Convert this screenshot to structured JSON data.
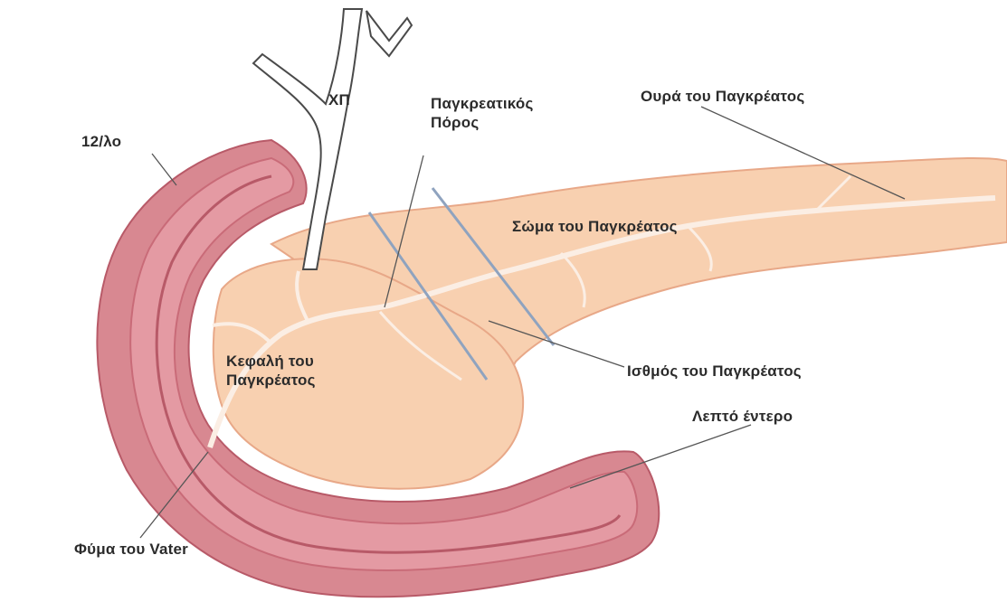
{
  "diagram": {
    "labels": {
      "cbd": "ΧΠ",
      "duodenum": "12/λο",
      "duct_line1": "Παγκρεατικός",
      "duct_line2": "Πόρος",
      "tail": "Ουρά του Παγκρέατος",
      "body": "Σώμα του Παγκρέατος",
      "head_line1": "Κεφαλή του",
      "head_line2": "Παγκρέατος",
      "isthmus": "Ισθμός του Παγκρέατος",
      "small_intestine": "Λεπτό έντερο",
      "vater": "Φύμα του Vater"
    },
    "colors": {
      "pancreas_fill": "#f8d0b0",
      "pancreas_edge": "#e8a888",
      "gut_outer": "#d88891",
      "gut_inner": "#c96b78",
      "gut_lumen": "#e49aa3",
      "duct": "#fbeee4",
      "isthmus_lines": "#8fa3bf",
      "leader_lines": "#555555"
    }
  }
}
